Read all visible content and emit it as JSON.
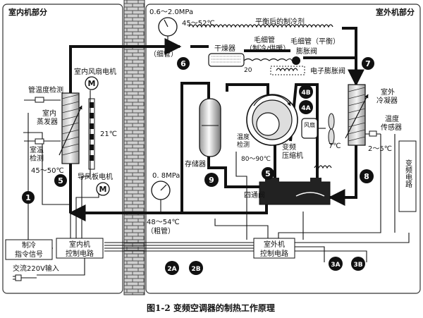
{
  "indoor": {
    "title": "室内机部分",
    "pipe_temp_label": "管温度检测",
    "evaporator_label": [
      "室内",
      "蒸发器"
    ],
    "room_temp_label": [
      "室温",
      "检测"
    ],
    "evap_temp": "45～50℃",
    "fan_motor_label": "室内风扇电机",
    "air_temp": "21℃",
    "louver_motor_label": "导风板电机",
    "command_label": [
      "制冷",
      "指令信号"
    ],
    "controller_label": [
      "室内机",
      "控制电路"
    ],
    "power_input": "交流220V输入"
  },
  "outdoor": {
    "title": "室外机部分",
    "pressure_high": "0.6～2.0MPa",
    "temp_high": "45～52℃",
    "balanced_refrigerant": "平衡后的制冷剂",
    "thin_pipe": "（细管）",
    "dryer_label": "干燥器",
    "capillary_label": [
      "毛细管",
      "（制冷/供暖）",
      "膨胀阀"
    ],
    "capillary_balance_label": "毛细管（平衡）",
    "electronic_valve_label": "电子膨胀阀",
    "num_20": "20",
    "accumulator_label": "存储器",
    "temp_detect_label": [
      "温度",
      "检测"
    ],
    "discharge_temp": "80～90℃",
    "compressor_label": [
      "变频",
      "压缩机"
    ],
    "condenser_label": [
      "室外",
      "冷凝器"
    ],
    "temp_sensor_label": [
      "温度",
      "传感器"
    ],
    "outdoor_air_temp": "7℃",
    "coil_temp": "2～5℃",
    "inverter_label": "变频电路",
    "fan_label": "风扇",
    "four_way_label": "四通阀",
    "pressure_low": "0. 8MPa",
    "temp_low": "48～54℃",
    "thick_pipe": "（粗管）",
    "controller_label": [
      "室外机",
      "控制电路"
    ]
  },
  "markers": {
    "m1": "1",
    "m5_indoor": "5",
    "m6": "6",
    "m7": "7",
    "m4b": "4B",
    "m4a": "4A",
    "m9": "9",
    "m5_outdoor": "5",
    "m8": "8",
    "m2a": "2A",
    "m2b": "2B",
    "m3a": "3A",
    "m3b": "3B"
  },
  "caption": "图1-2    变频空调器的制热工作原理"
}
